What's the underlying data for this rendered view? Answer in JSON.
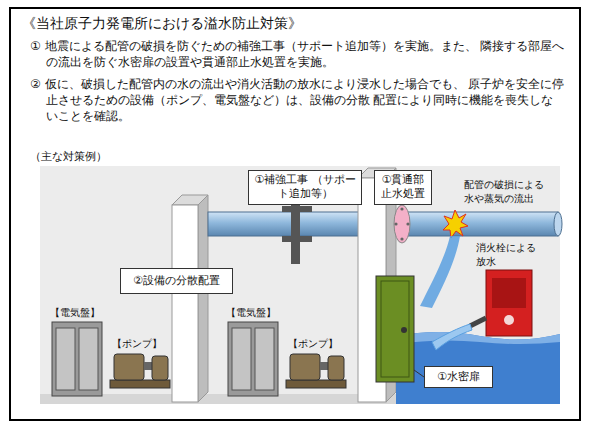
{
  "diagram": {
    "title": "《当社原子力発電所における溢水防止対策》",
    "nodes": [
      {
        "text": [
          "①補強工事 （サポート追加等）"
        ]
      },
      {
        "text": [
          "①貫通部 止水処置"
        ]
      },
      {
        "text": [
          "②設備の分散配置"
        ]
      },
      {
        "text": [
          "①水密扉"
        ]
      }
    ],
    "labels": [
      "（主な対策例）",
      "① 地震による配管の破損を防ぐための補強工事（サポート追加等）を実施。また、 隣接する部屋への流出を防ぐ水密扉の設置や貫通部止水処置を実施。",
      "② 仮に、破損した配管内の水の流出や消火活動の放水により浸水した場合でも、 原子炉を安全に停止させるための設備（ポンプ、電気盤など）は、設備の分散 配置により同時に機能を喪失しないことを確認。",
      "【電気盤】",
      "【ポンプ】",
      "【電気盤】",
      "【ポンプ】",
      "配管の破損による水や蒸気の流出",
      "消火栓による放水"
    ]
  }
}
